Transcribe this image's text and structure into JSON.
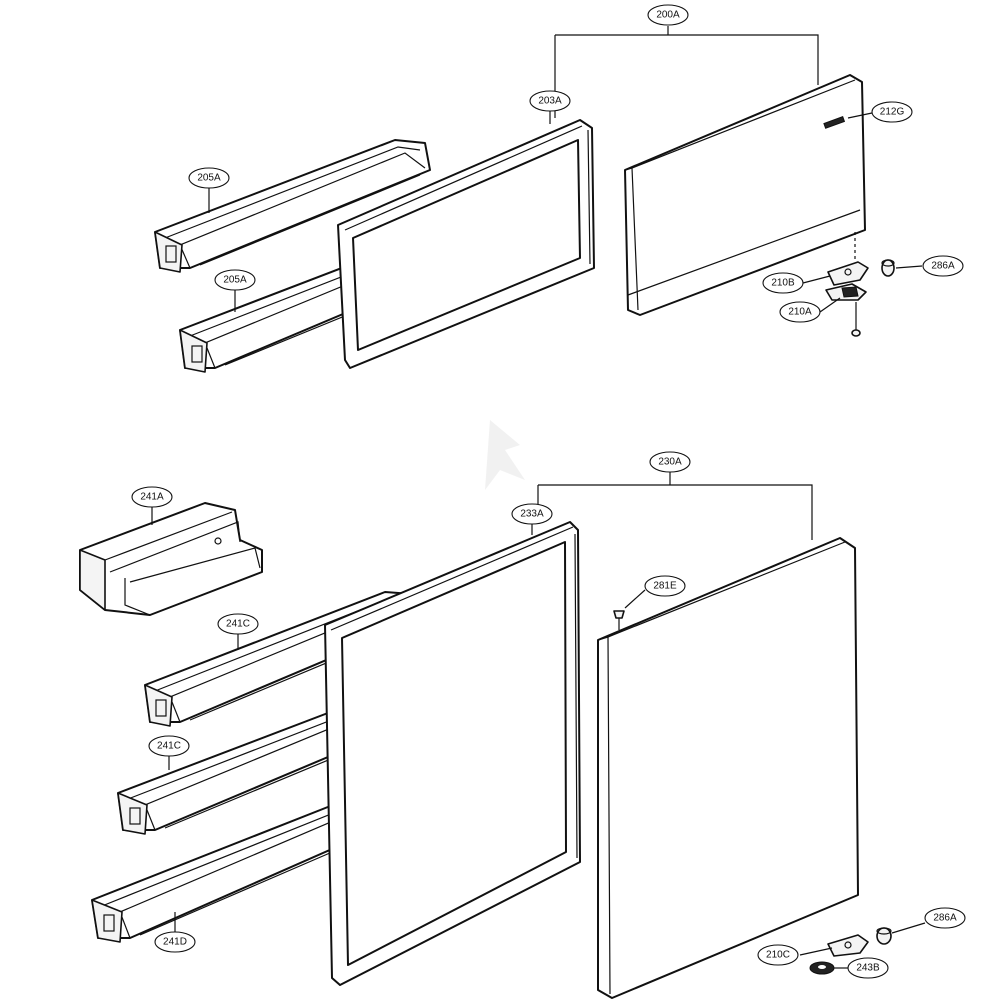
{
  "callouts": {
    "c200A": "200A",
    "c203A": "203A",
    "c205A_top": "205A",
    "c205A_bottom": "205A",
    "c212G": "212G",
    "c286A_top": "286A",
    "c210B": "210B",
    "c210A": "210A",
    "c230A": "230A",
    "c233A": "233A",
    "c241A": "241A",
    "c241C_top": "241C",
    "c241C_bottom": "241C",
    "c241D": "241D",
    "c281E": "281E",
    "c286A_bottom": "286A",
    "c210C": "210C",
    "c243B": "243B"
  },
  "colors": {
    "line": "#111111",
    "background": "#ffffff",
    "watermark": "#e9e9e9"
  }
}
